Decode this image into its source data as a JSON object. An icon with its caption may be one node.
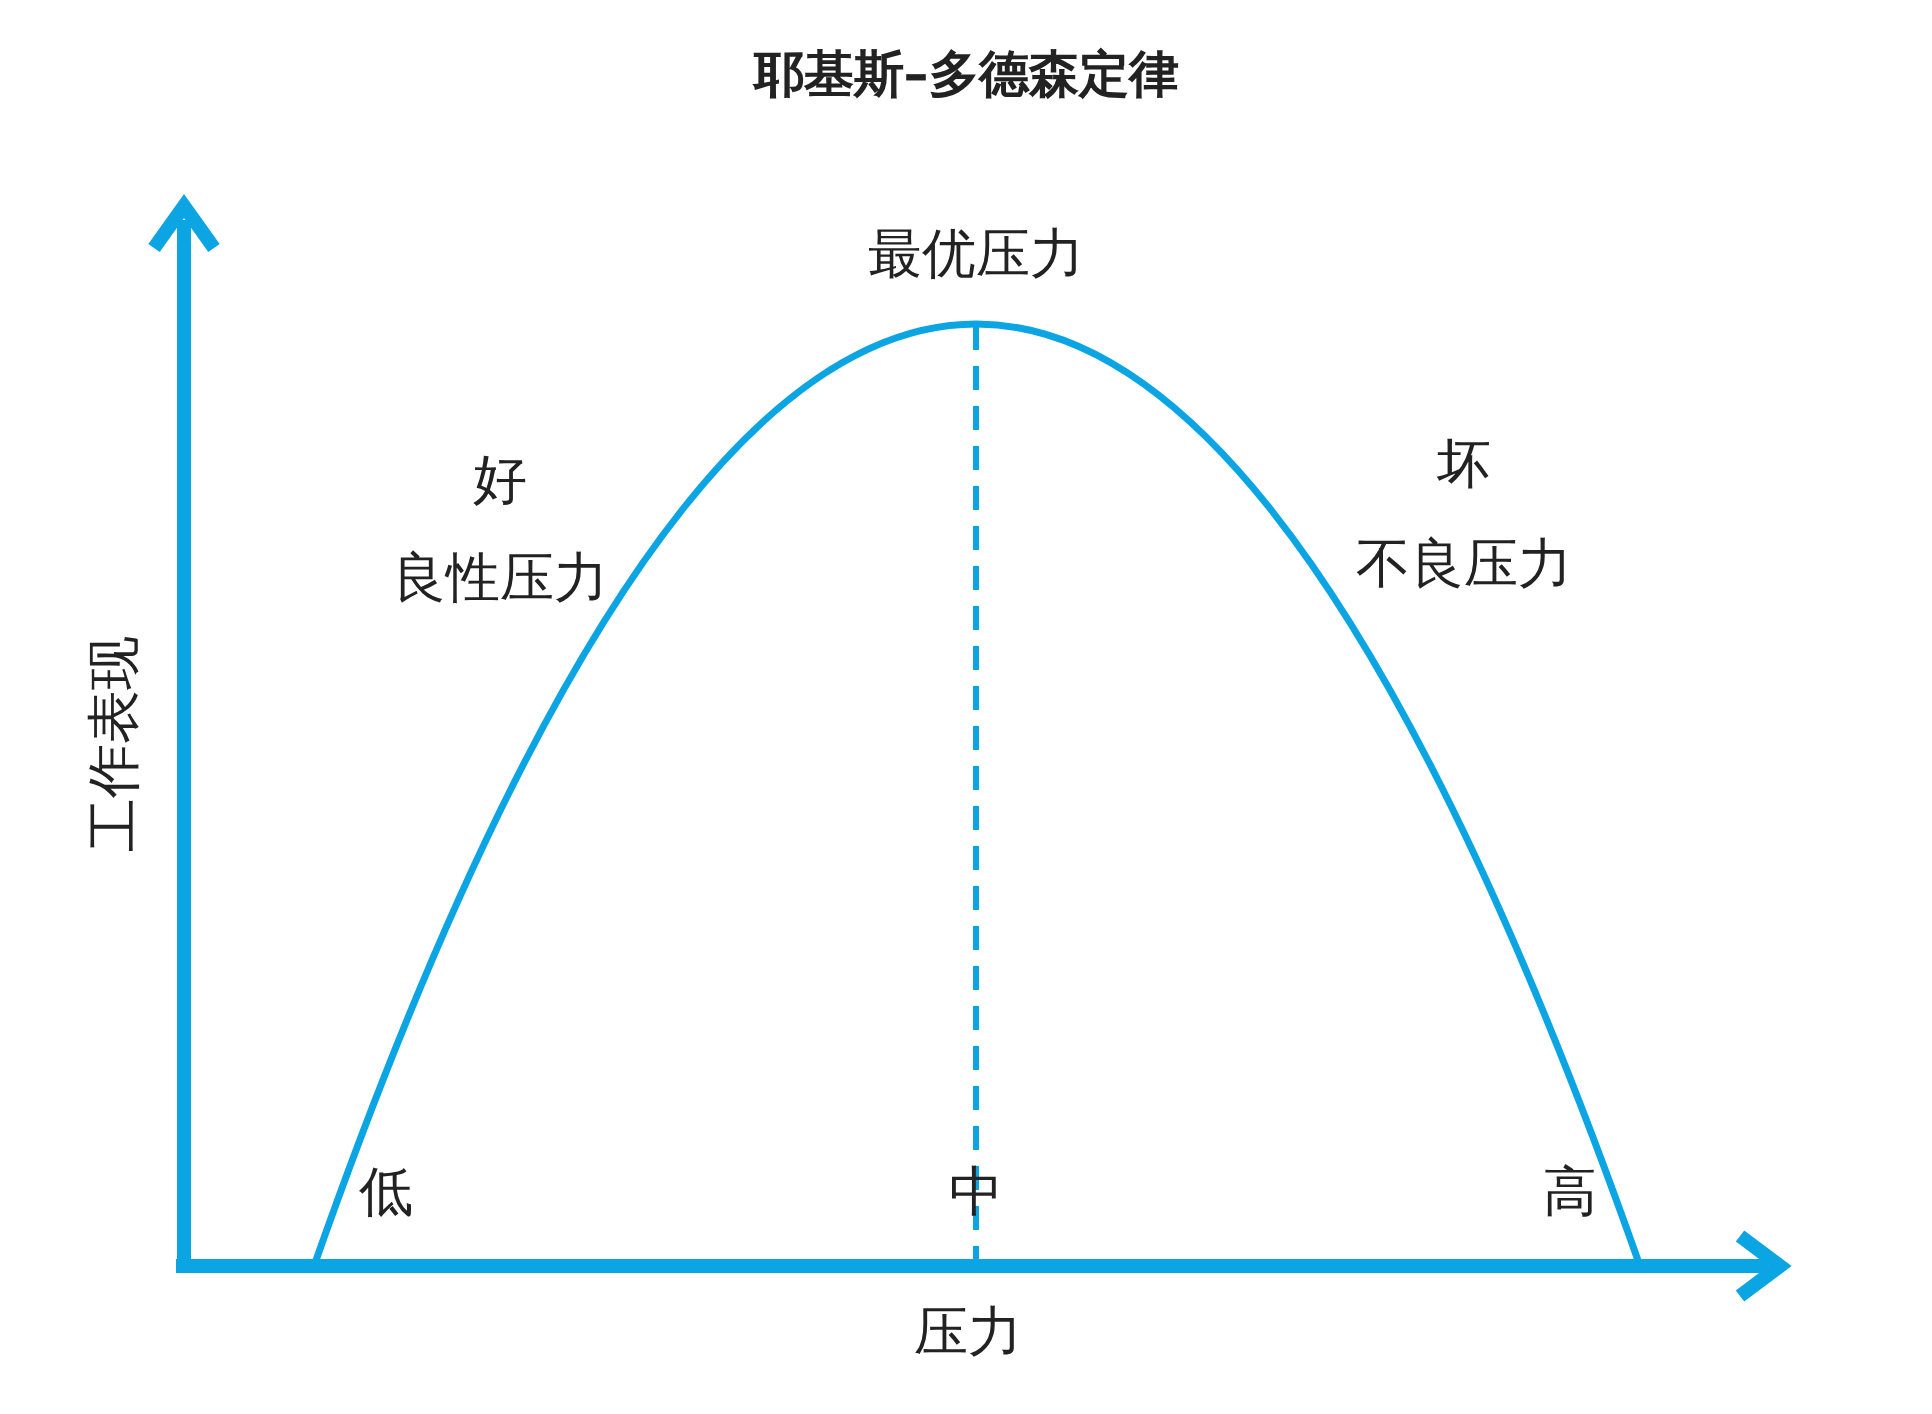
{
  "diagram": {
    "title": "耶基斯–多德森定律",
    "labels": [
      "最优压力",
      "好",
      "良性压力",
      "坏",
      "不良压力",
      "工作表现",
      "低",
      "中",
      "高",
      "压力"
    ]
  }
}
